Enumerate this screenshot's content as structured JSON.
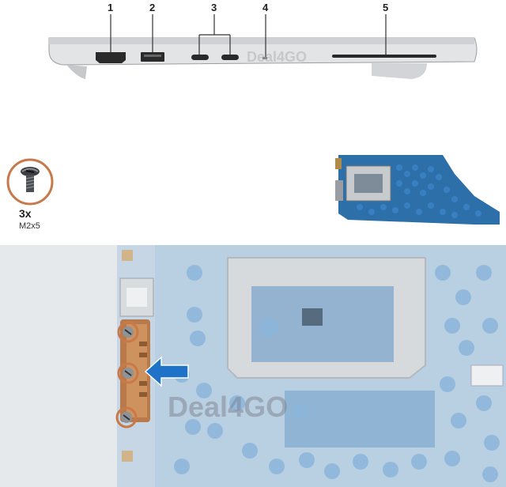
{
  "callouts": [
    "1",
    "2",
    "3",
    "4",
    "5"
  ],
  "watermark": "Deal4GO",
  "screw": {
    "quantity": "3x",
    "type": "M2x5"
  },
  "colors": {
    "board_blue": "#2d6fa8",
    "bracket_copper": "#b87a4a",
    "callout_circle": "#c8794a",
    "arrow_blue": "#1e73c8"
  },
  "icons": [
    "screw-icon",
    "arrow-icon"
  ]
}
